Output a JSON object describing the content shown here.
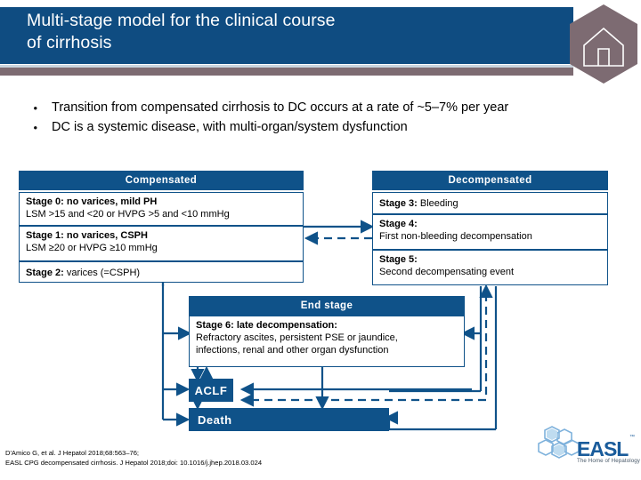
{
  "slide": {
    "title": "Multi-stage model for the clinical course of cirrhosis",
    "title_line1": "Multi-stage model for the clinical course",
    "title_line2": "of cirrhosis",
    "header_color": "#0F4C81",
    "accent_color": "#0F5289",
    "mauve_color": "#7D6B72"
  },
  "header_icon": {
    "name": "hexagon-house-icon"
  },
  "bullets": [
    {
      "marker": "•",
      "text": "Transition from compensated cirrhosis to DC occurs at a rate of ~5–7% per year"
    },
    {
      "marker": "•",
      "text": "DC is a systemic disease, with multi-organ/system dysfunction"
    }
  ],
  "diagram": {
    "columns": [
      {
        "id": "compensated",
        "header": "Compensated"
      },
      {
        "id": "decompensated",
        "header": "Decompensated"
      }
    ],
    "compensated_stages": [
      {
        "label": "Stage 0: no varices, mild PH",
        "detail": "LSM >15 and <20 or HVPG >5 and <10 mmHg"
      },
      {
        "label": "Stage 1: no varices, CSPH",
        "detail": "LSM ≥20 or HVPG ≥10 mmHg"
      },
      {
        "label": "Stage 2:",
        "detail": "varices (=CSPH)",
        "inline": true
      }
    ],
    "decompensated_stages": [
      {
        "label": "Stage 3:",
        "detail": "Bleeding",
        "inline": true
      },
      {
        "label": "Stage 4:",
        "detail": "First non-bleeding decompensation"
      },
      {
        "label": "Stage 5:",
        "detail": "Second decompensating event"
      }
    ],
    "end_stage": {
      "header": "End stage",
      "label": "Stage 6: late decompensation:",
      "detail_line1": "Refractory ascites, persistent PSE or jaundice,",
      "detail_line2": "infections, renal and other organ dysfunction"
    },
    "terminal_boxes": [
      {
        "id": "aclf",
        "label": "ACLF"
      },
      {
        "id": "death",
        "label": "Death"
      }
    ]
  },
  "citation": {
    "line1": "D'Amico G, et al. J Hepatol 2018;68:563–76;",
    "line2": "EASL CPG decompensated cirrhosis. J Hepatol 2018;doi: 10.1016/j.jhep.2018.03.024"
  },
  "easl_logo": {
    "wordmark": "EASL",
    "trademark": "™",
    "tagline": "The Home of Hepatology"
  }
}
